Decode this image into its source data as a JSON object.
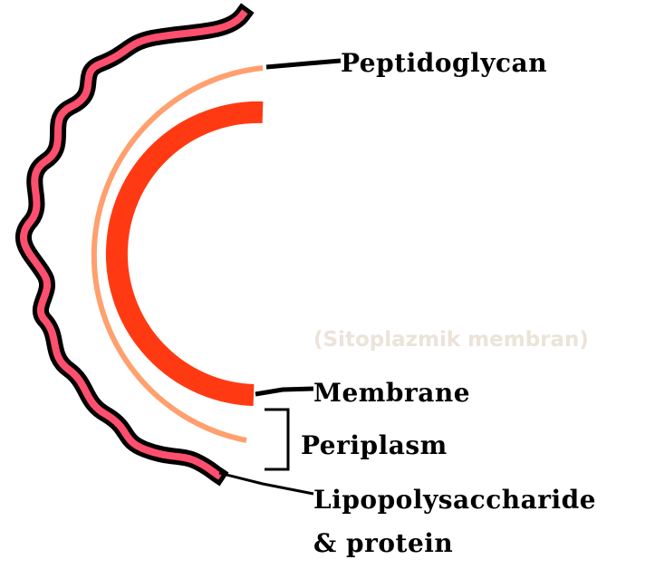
{
  "labels": {
    "peptidoglycan": "Peptidoglycan",
    "membrane": "Membrane",
    "periplasm": "Periplasm",
    "lps_line1": "Lipopolysaccharide",
    "lps_line2": "& protein"
  },
  "watermark": "(Sitoplazmik membran)",
  "colors": {
    "outer_membrane": "#ff4f6e",
    "outer_membrane_outline": "#000000",
    "peptidoglycan": "#ffa06e",
    "cytoplasmic_membrane": "#ff3a12",
    "leader_lines": "#000000",
    "watermark": "#ece3d9"
  }
}
